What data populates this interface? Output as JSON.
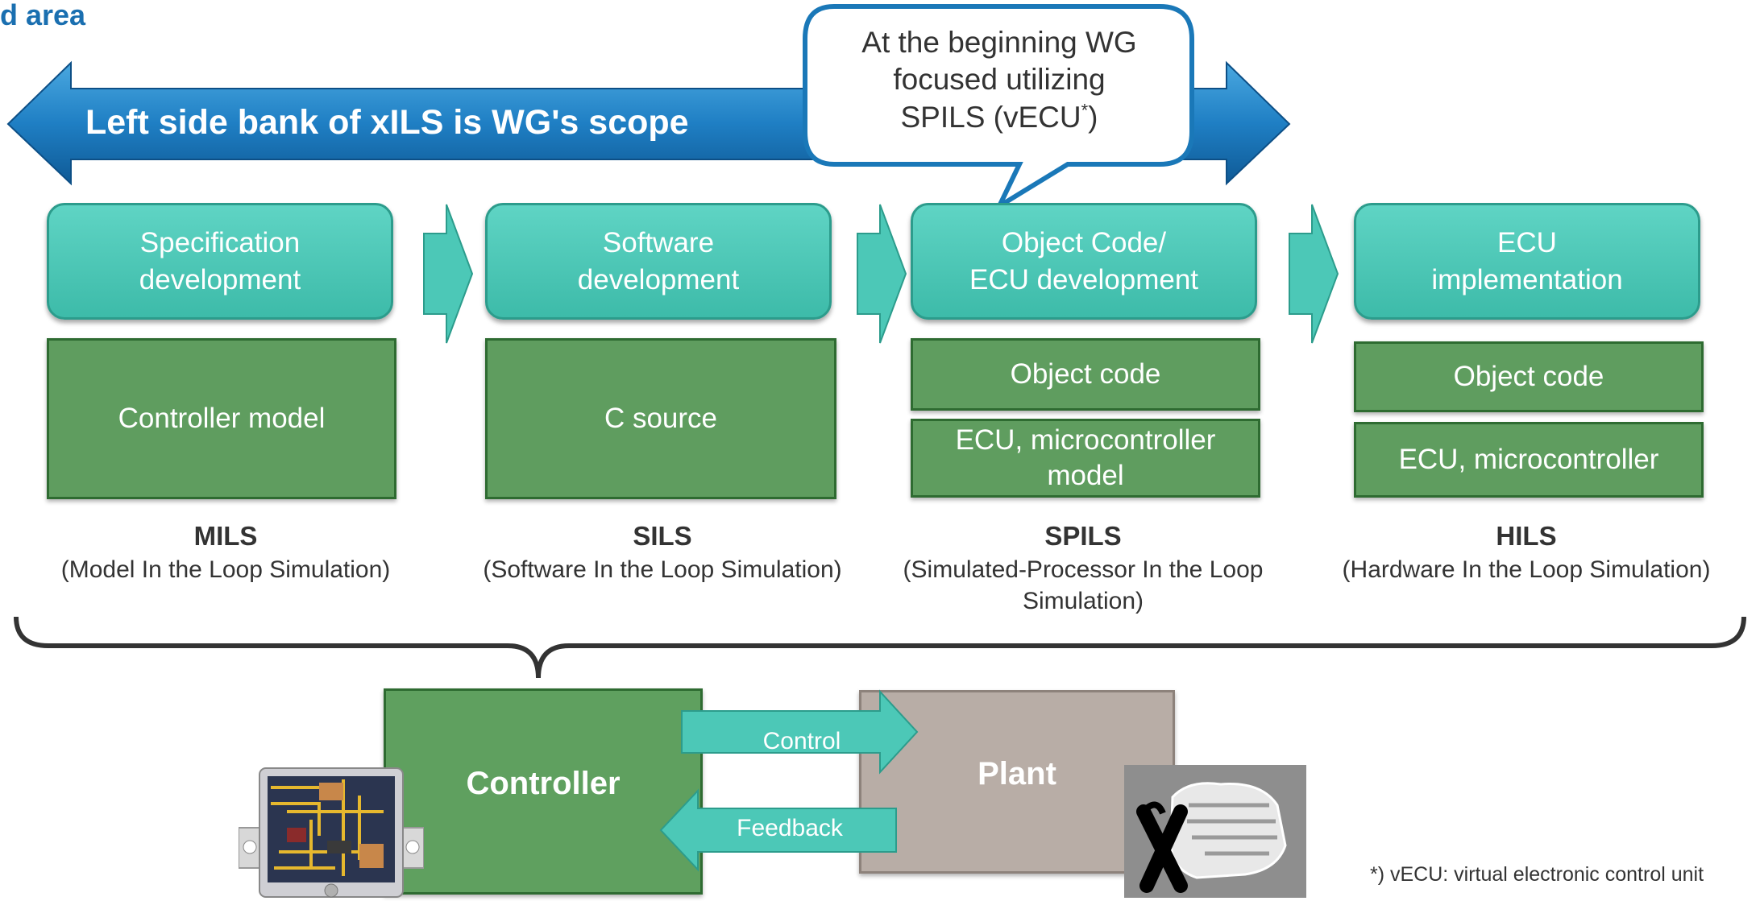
{
  "header": {
    "partial_title": "d area"
  },
  "scope_arrow": {
    "label": "Left side bank of xILS is WG's scope"
  },
  "callout": {
    "line1": "At the beginning WG",
    "line2": "focused utilizing",
    "line3": "SPILS (vECU",
    "sup": "*",
    "line3_end": ")"
  },
  "phases": [
    {
      "l1": "Specification",
      "l2": "development"
    },
    {
      "l1": "Software",
      "l2": "development"
    },
    {
      "l1": "Object Code/",
      "l2": "ECU development"
    },
    {
      "l1": "ECU",
      "l2": "implementation"
    }
  ],
  "artifacts": {
    "mils": "Controller model",
    "sils": "C source",
    "spils_top": "Object code",
    "spils_bottom_l1": "ECU, microcontroller",
    "spils_bottom_l2": "model",
    "hils_top": "Object code",
    "hils_bottom": "ECU, microcontroller"
  },
  "methods": [
    {
      "abbr": "MILS",
      "full": "(Model In the Loop Simulation)"
    },
    {
      "abbr": "SILS",
      "full": "(Software In the Loop Simulation)"
    },
    {
      "abbr": "SPILS",
      "full_l1": "(Simulated-Processor In the Loop",
      "full_l2": "Simulation)"
    },
    {
      "abbr": "HILS",
      "full": "(Hardware In the Loop Simulation)"
    }
  ],
  "loop": {
    "controller": "Controller",
    "plant": "Plant",
    "control": "Control",
    "feedback": "Feedback"
  },
  "footnote": "*) vECU: virtual electronic control unit",
  "colors": {
    "teal": "#4cc8b7",
    "green": "#5f9d5f",
    "blue": "#1a7fc0",
    "plant": "#b8ada6"
  }
}
